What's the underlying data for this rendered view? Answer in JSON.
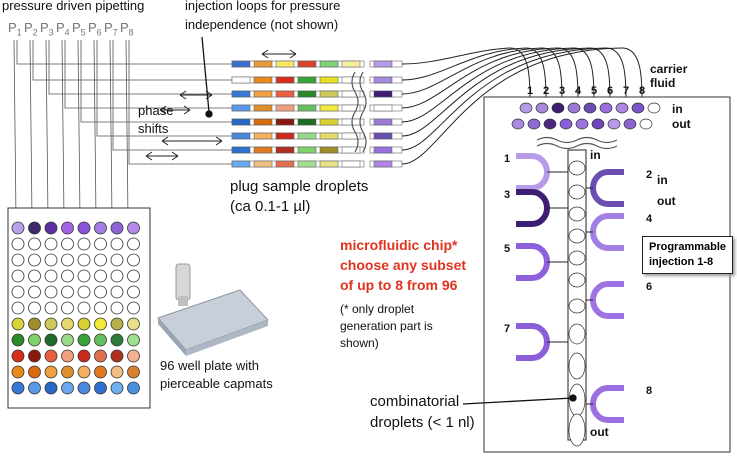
{
  "labels": {
    "pipetting": "pressure driven pipetting",
    "injection": "injection loops for pressure independence (not shown)",
    "phase": "phase",
    "shifts": "shifts",
    "plug_line1": "plug sample droplets",
    "plug_line2": "(ca 0.1-1 µl)",
    "chip_line1": "microfluidic chip*",
    "chip_line2": "choose any subset",
    "chip_line3": "of up to 8 from 96",
    "note_line1": "(* only droplet",
    "note_line2": "generation part is",
    "note_line3": "shown)",
    "plate_line1": "96 well plate with",
    "plate_line2": "pierceable capmats",
    "combo_line1": "combinatorial",
    "combo_line2": "droplets (< 1 nl)",
    "carrier_line1": "carrier",
    "carrier_line2": "fluid",
    "in": "in",
    "out": "out",
    "prog_line1": "Programmable",
    "prog_line2": "injection  1-8"
  },
  "pipettes": [
    "P1",
    "P2",
    "P3",
    "P4",
    "P5",
    "P6",
    "P7",
    "P8"
  ],
  "channel_numbers": [
    "1",
    "2",
    "3",
    "4",
    "5",
    "6",
    "7",
    "8"
  ],
  "injectors": [
    {
      "label": "1",
      "in_label": "in",
      "color": "#b69be8"
    },
    {
      "label": "2",
      "in_label": "in",
      "color": "#6b4fb0"
    },
    {
      "label": "3",
      "in_label": "",
      "color": "#3e1d73"
    },
    {
      "label": "4",
      "in_label": "",
      "color": "#a27fe2"
    },
    {
      "label": "5",
      "in_label": "",
      "color": "#8d61de"
    },
    {
      "label": "6",
      "in_label": "",
      "color": "#9e73e4"
    },
    {
      "label": "7",
      "in_label": "",
      "color": "#8a5fd9"
    },
    {
      "label": "8",
      "in_label": "",
      "color": "#9a6fe0"
    }
  ],
  "colors": {
    "top_row": [
      "#b9a0ea",
      "#3d2a6b",
      "#5e2fa0",
      "#a066e6",
      "#8b52db",
      "#a67de6",
      "#9064d9",
      "#b48ae9"
    ],
    "in_circles": [
      "#b69be8",
      "#a58ae0",
      "#3e1d73",
      "#9b7ad8",
      "#6b4fb0",
      "#9a6fe0",
      "#b086e3",
      "#7a55c8"
    ],
    "out_circles": [
      "#a68ae4",
      "#8e6ad9",
      "#4a2680",
      "#8a5fd9",
      "#9b73de",
      "#6c45b8",
      "#b69be8",
      "#8a65d0"
    ],
    "plate_rows": [
      [
        "#b9a0ea",
        "#3d2a6b",
        "#5e2fa0",
        "#a066e6",
        "#8b52db",
        "#a67de6",
        "#9064d9",
        "#b48ae9"
      ],
      [
        "#fff",
        "#fff",
        "#fff",
        "#fff",
        "#fff",
        "#fff",
        "#fff",
        "#fff"
      ],
      [
        "#fff",
        "#fff",
        "#fff",
        "#fff",
        "#fff",
        "#fff",
        "#fff",
        "#fff"
      ],
      [
        "#fff",
        "#fff",
        "#fff",
        "#fff",
        "#fff",
        "#fff",
        "#fff",
        "#fff"
      ],
      [
        "#fff",
        "#fff",
        "#fff",
        "#fff",
        "#fff",
        "#fff",
        "#fff",
        "#fff"
      ],
      [
        "#fff",
        "#fff",
        "#fff",
        "#fff",
        "#fff",
        "#fff",
        "#fff",
        "#fff"
      ],
      [
        "#d9d33a",
        "#9c8e28",
        "#cfc85a",
        "#e5d96a",
        "#d9d22e",
        "#f2ea3a",
        "#b8b04a",
        "#e8e08a"
      ],
      [
        "#2a8a2a",
        "#7fd26a",
        "#1e6b2a",
        "#9ad88a",
        "#3aa03a",
        "#66c060",
        "#2d7a3a",
        "#a0e090"
      ],
      [
        "#d4301c",
        "#8a1a10",
        "#e86040",
        "#f0a080",
        "#c82a1c",
        "#e07050",
        "#b03020",
        "#f2b090"
      ],
      [
        "#e88a1a",
        "#d86a10",
        "#f0a040",
        "#e0902a",
        "#f2b060",
        "#e07a20",
        "#f0c080",
        "#d88030"
      ],
      [
        "#3a78d6",
        "#5a98e8",
        "#2a68c6",
        "#6aa8f0",
        "#4a88de",
        "#3070d0",
        "#70b0f0",
        "#4a90e0"
      ]
    ],
    "plug_rows": [
      [
        "#3a6fd0",
        "#e89a3a",
        "#f2e86a",
        "#d9442a",
        "#7fd07a",
        "#f5f0a0",
        "#e8e8e8"
      ],
      [
        "#ffffff",
        "#e88a1a",
        "#d4301c",
        "#3aa03a",
        "#e8e020",
        "#ffffff",
        "#ffffff"
      ],
      [
        "#3a78d6",
        "#f0a040",
        "#e86040",
        "#2a8a2a",
        "#cfc85a",
        "#ffffff",
        "#ffffff"
      ],
      [
        "#5a98e8",
        "#e0902a",
        "#f0a080",
        "#66c060",
        "#f2ea3a",
        "#ffffff",
        "#ffffff"
      ],
      [
        "#2a68c6",
        "#d86a10",
        "#8a1a10",
        "#1e6b2a",
        "#d9d22e",
        "#ffffff",
        "#ffffff"
      ],
      [
        "#4a88de",
        "#f2b060",
        "#c82a1c",
        "#9ad88a",
        "#e5d96a",
        "#ffffff",
        "#ffffff"
      ],
      [
        "#3070d0",
        "#e07a20",
        "#b03020",
        "#7fd26a",
        "#9c8e28",
        "#ffffff",
        "#ffffff"
      ],
      [
        "#6aa8f0",
        "#f0c080",
        "#e07050",
        "#a0e090",
        "#e8e08a",
        "#ffffff",
        "#ffffff"
      ]
    ],
    "right_plugs": [
      "#b69be8",
      "#a58ae0",
      "#3e1d73",
      "#ffffff",
      "#9b7ad8",
      "#6b4fb0",
      "#9a6fe0",
      "#b086e3"
    ]
  }
}
